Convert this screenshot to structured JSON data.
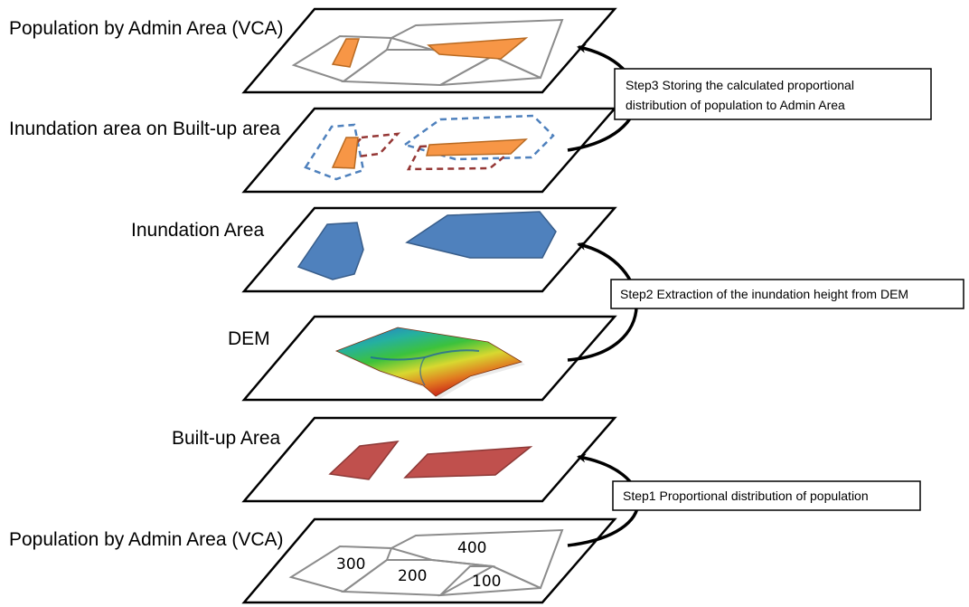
{
  "layers": [
    {
      "id": "pop-top",
      "label": "Population by Admin Area (VCA)"
    },
    {
      "id": "inund-builtup",
      "label": "Inundation area on Built-up area"
    },
    {
      "id": "inund",
      "label": "Inundation Area"
    },
    {
      "id": "dem",
      "label": "DEM"
    },
    {
      "id": "builtup",
      "label": "Built-up Area"
    },
    {
      "id": "pop-bottom",
      "label": "Population by Admin Area (VCA)"
    }
  ],
  "steps": {
    "step1": {
      "lines": [
        "Step1  Proportional distribution of population"
      ]
    },
    "step2": {
      "lines": [
        "Step2  Extraction of the inundation height from DEM"
      ]
    },
    "step3": {
      "lines": [
        "Step3  Storing the calculated proportional",
        "distribution of population to Admin Area"
      ]
    }
  },
  "admin_values": {
    "v300": "300",
    "v400": "400",
    "v200": "200",
    "v100": "100"
  },
  "colors": {
    "admin_outline": "#8c8c8c",
    "builtup_fill": "#c0504d",
    "inundation_fill": "#4f81bd",
    "overlap_fill": "#f79646",
    "inundation_dashed": "#4f81bd",
    "builtup_dashed": "#953735"
  }
}
